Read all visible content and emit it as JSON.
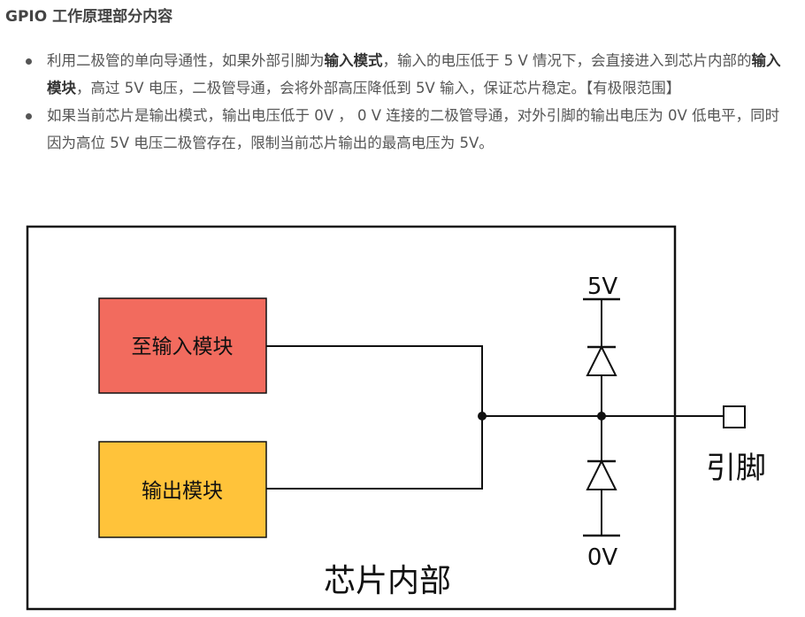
{
  "heading": "GPIO 工作原理部分内容",
  "bullets": [
    {
      "segments": [
        {
          "text": "利用二极管的单向导通性，如果外部引脚为",
          "bold": false
        },
        {
          "text": "输入模式",
          "bold": true
        },
        {
          "text": "，输入的电压低于 5 V 情况下，会直接进入到芯片内部的",
          "bold": false
        },
        {
          "text": "输入模块",
          "bold": true
        },
        {
          "text": "，高过 5V 电压，二极管导通，会将外部高压降低到 5V 输入，保证芯片稳定。【有极限范围】",
          "bold": false
        }
      ]
    },
    {
      "segments": [
        {
          "text": "如果当前芯片是输出模式，输出电压低于 0V ， 0 V 连接的二极管导通，对外引脚的输出电压为 0V 低电平，同时因为高位 5V 电压二极管存在，限制当前芯片输出的最高电压为 5V。",
          "bold": false
        }
      ]
    }
  ],
  "diagram": {
    "input_block": "至输入模块",
    "output_block": "输出模块",
    "vcc_label": "5V",
    "gnd_label": "0V",
    "pin_label": "引脚",
    "chip_label": "芯片内部",
    "colors": {
      "input_block": "#F26B5E",
      "output_block": "#FFC33A",
      "line": "#111111"
    }
  }
}
